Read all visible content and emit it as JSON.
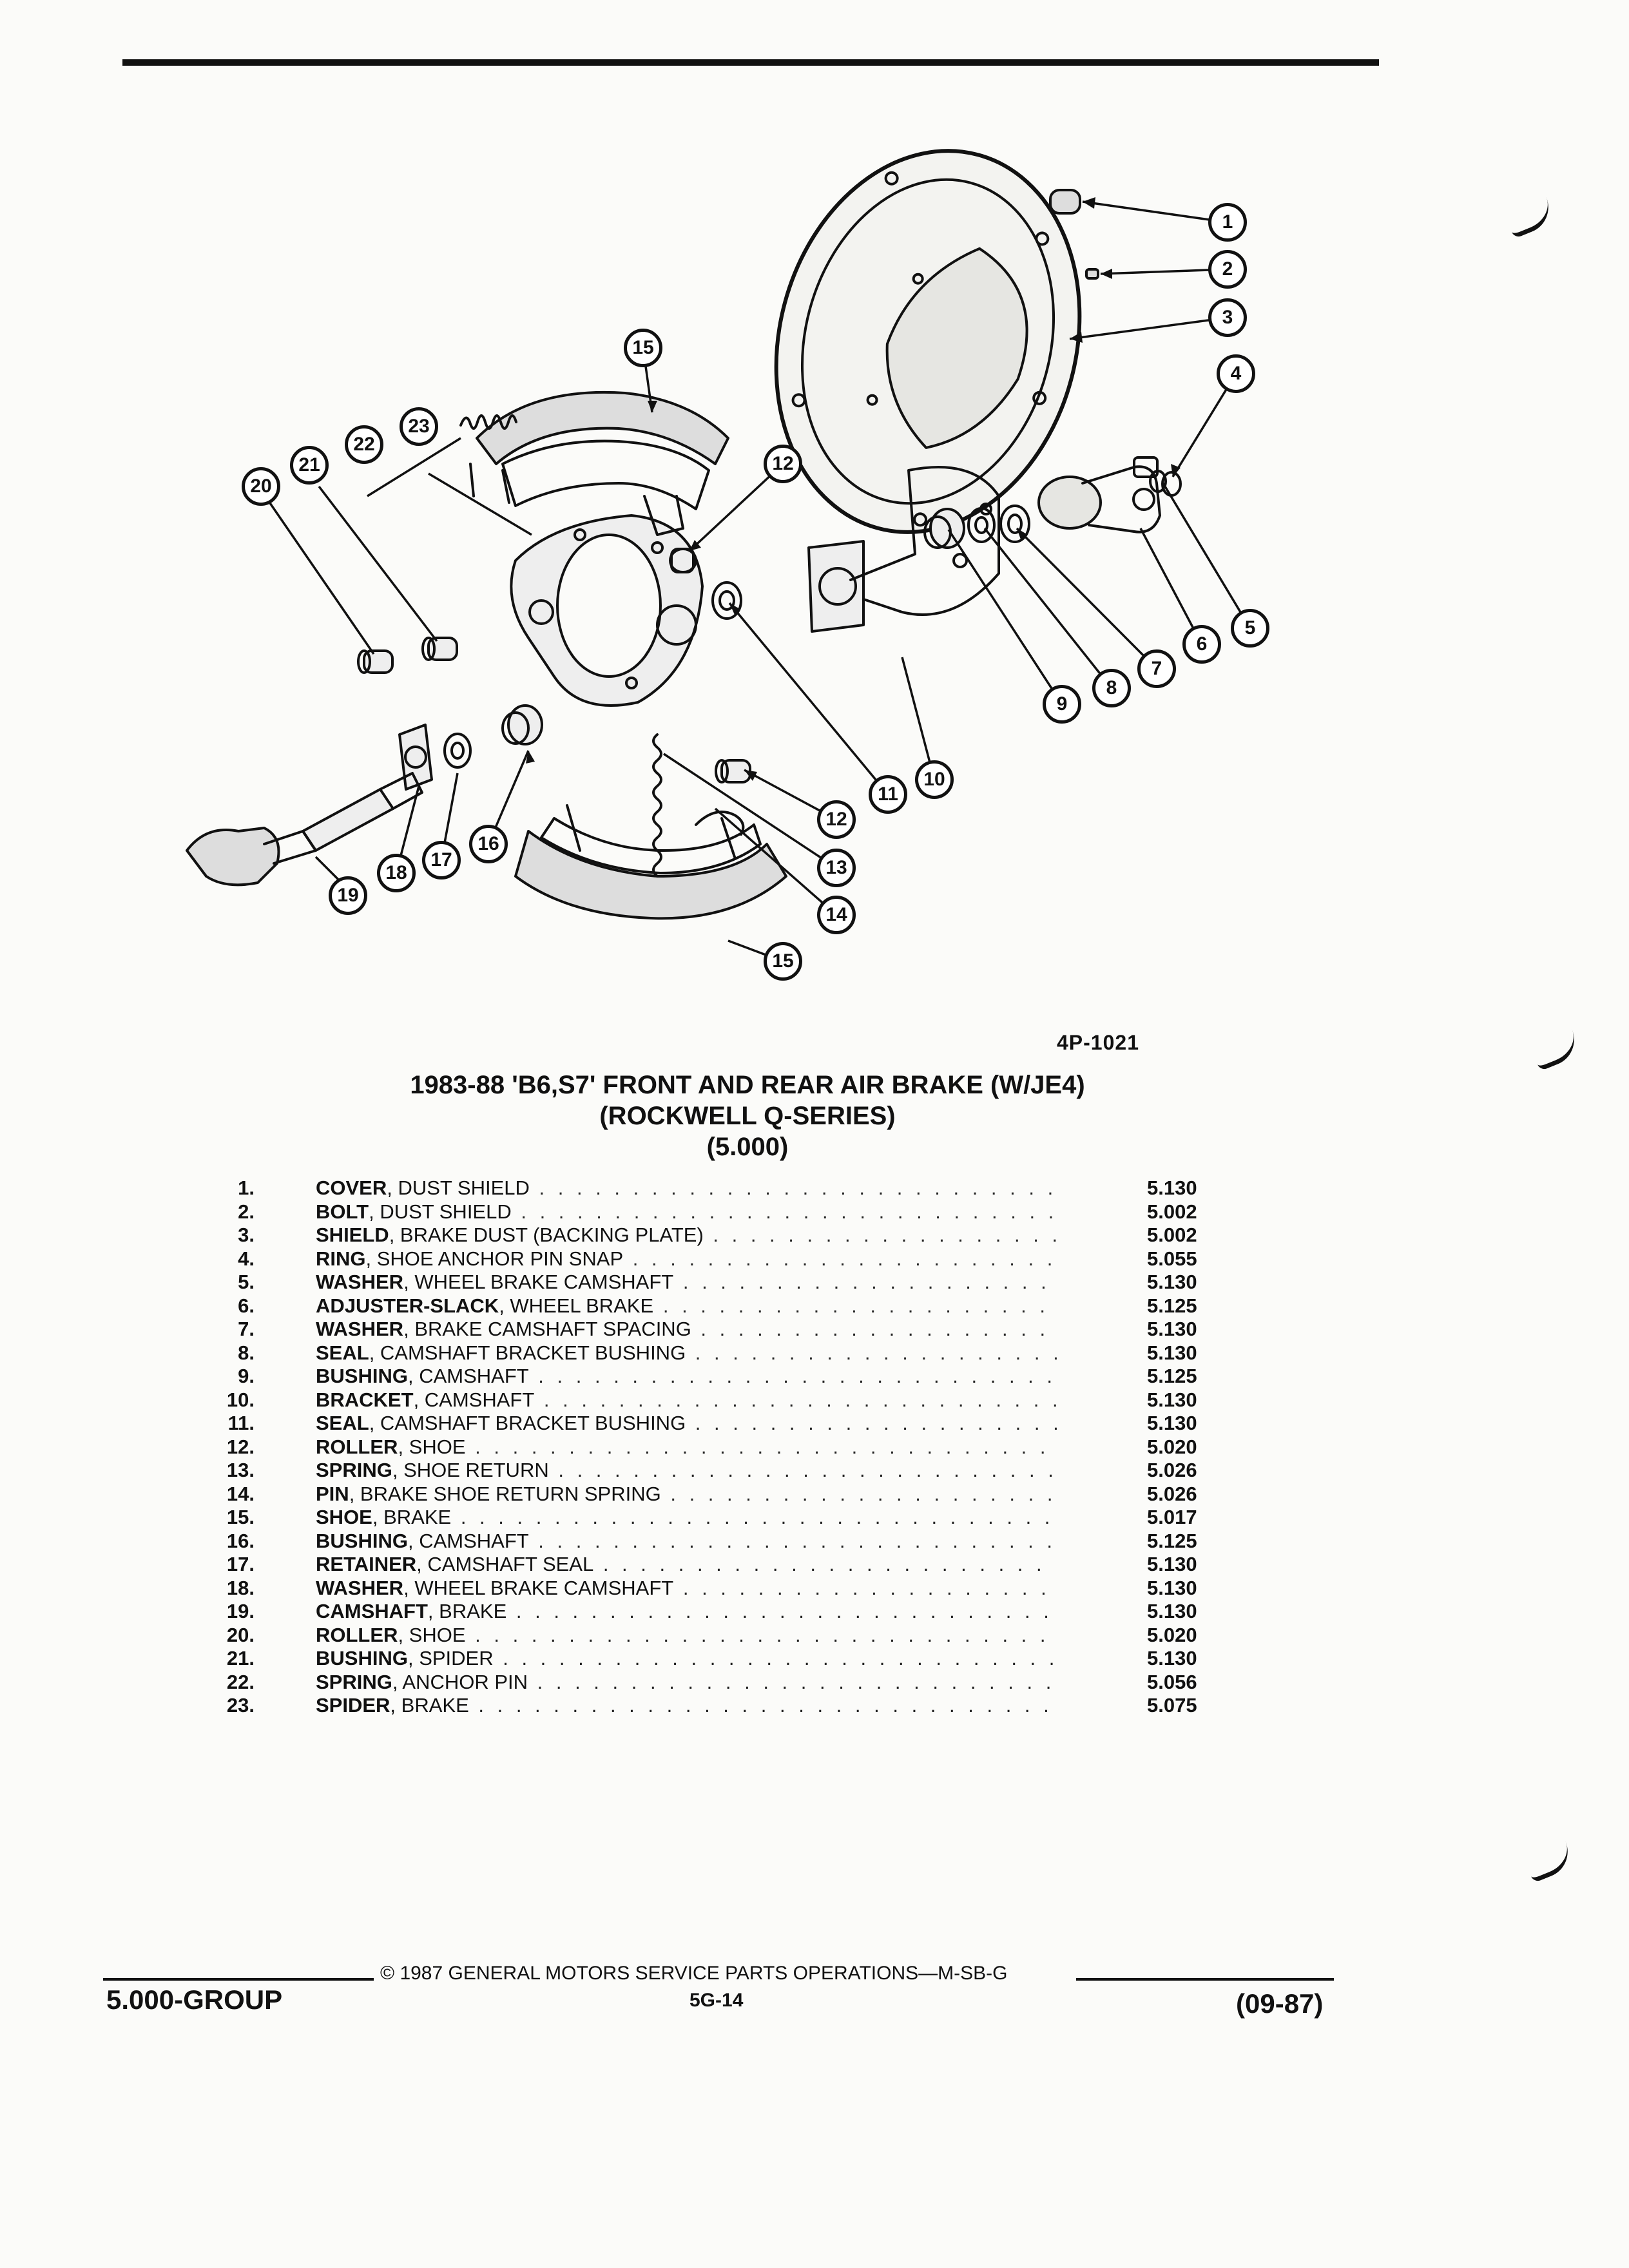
{
  "diagram": {
    "ref_code": "4P-1021",
    "callout_labels": [
      "1",
      "2",
      "3",
      "4",
      "5",
      "6",
      "7",
      "8",
      "9",
      "10",
      "11",
      "12",
      "13",
      "14",
      "15",
      "16",
      "17",
      "18",
      "19",
      "20",
      "21",
      "22",
      "23"
    ]
  },
  "title": {
    "line1": "1983-88 'B6,S7' FRONT AND REAR AIR BRAKE (W/JE4)",
    "line2": "(ROCKWELL Q-SERIES)",
    "line3": "(5.000)"
  },
  "parts": [
    {
      "num": "1.",
      "name": "COVER",
      "desc": "DUST SHIELD",
      "group": "5.130"
    },
    {
      "num": "2.",
      "name": "BOLT",
      "desc": "DUST SHIELD",
      "group": "5.002"
    },
    {
      "num": "3.",
      "name": "SHIELD",
      "desc": "BRAKE DUST (BACKING PLATE)",
      "group": "5.002"
    },
    {
      "num": "4.",
      "name": "RING",
      "desc": "SHOE ANCHOR PIN SNAP",
      "group": "5.055"
    },
    {
      "num": "5.",
      "name": "WASHER",
      "desc": "WHEEL BRAKE CAMSHAFT",
      "group": "5.130"
    },
    {
      "num": "6.",
      "name": "ADJUSTER-SLACK",
      "desc": "WHEEL BRAKE",
      "group": "5.125"
    },
    {
      "num": "7.",
      "name": "WASHER",
      "desc": "BRAKE CAMSHAFT SPACING",
      "group": "5.130"
    },
    {
      "num": "8.",
      "name": "SEAL",
      "desc": "CAMSHAFT BRACKET BUSHING",
      "group": "5.130"
    },
    {
      "num": "9.",
      "name": "BUSHING",
      "desc": "CAMSHAFT",
      "group": "5.125"
    },
    {
      "num": "10.",
      "name": "BRACKET",
      "desc": "CAMSHAFT",
      "group": "5.130"
    },
    {
      "num": "11.",
      "name": "SEAL",
      "desc": "CAMSHAFT BRACKET BUSHING",
      "group": "5.130"
    },
    {
      "num": "12.",
      "name": "ROLLER",
      "desc": "SHOE",
      "group": "5.020"
    },
    {
      "num": "13.",
      "name": "SPRING",
      "desc": "SHOE RETURN",
      "group": "5.026"
    },
    {
      "num": "14.",
      "name": "PIN",
      "desc": "BRAKE SHOE RETURN SPRING",
      "group": "5.026"
    },
    {
      "num": "15.",
      "name": "SHOE",
      "desc": "BRAKE",
      "group": "5.017"
    },
    {
      "num": "16.",
      "name": "BUSHING",
      "desc": "CAMSHAFT",
      "group": "5.125"
    },
    {
      "num": "17.",
      "name": "RETAINER",
      "desc": "CAMSHAFT SEAL",
      "group": "5.130"
    },
    {
      "num": "18.",
      "name": "WASHER",
      "desc": "WHEEL BRAKE CAMSHAFT",
      "group": "5.130"
    },
    {
      "num": "19.",
      "name": "CAMSHAFT",
      "desc": "BRAKE",
      "group": "5.130"
    },
    {
      "num": "20.",
      "name": "ROLLER",
      "desc": "SHOE",
      "group": "5.020"
    },
    {
      "num": "21.",
      "name": "BUSHING",
      "desc": "SPIDER",
      "group": "5.130"
    },
    {
      "num": "22.",
      "name": "SPRING",
      "desc": "ANCHOR PIN",
      "group": "5.056"
    },
    {
      "num": "23.",
      "name": "SPIDER",
      "desc": "BRAKE",
      "group": "5.075"
    }
  ],
  "footer": {
    "copyright": "© 1987 GENERAL MOTORS SERVICE PARTS OPERATIONS—M-SB-G",
    "group": "5.000-GROUP",
    "page": "5G-14",
    "date": "(09-87)"
  }
}
